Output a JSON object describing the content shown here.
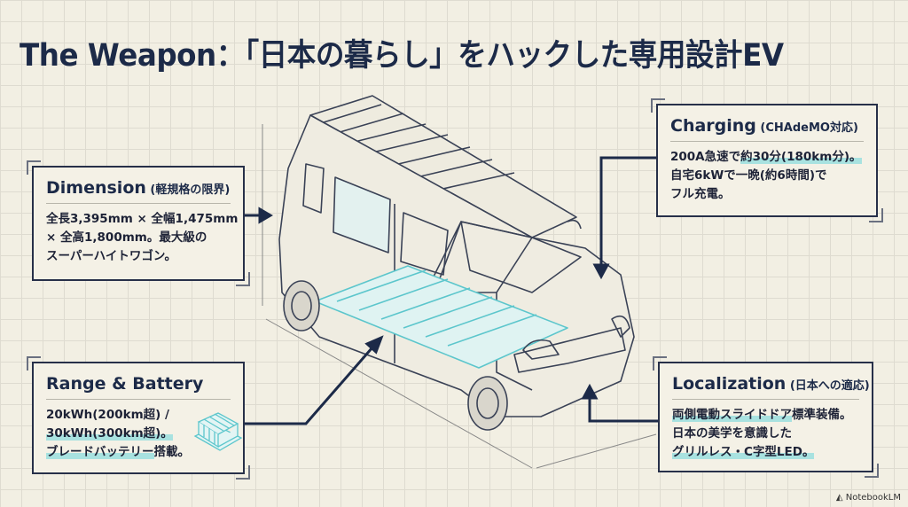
{
  "title": "The Weapon：「日本の暮らし」をハックした専用設計EV",
  "cards": {
    "dimension": {
      "heading": "Dimension",
      "sub": " (軽規格の限界)",
      "lines": [
        "全長3,395mm × 全幅1,475mm",
        "× 全高1,800mm。最大級の",
        "スーパーハイトワゴン。"
      ]
    },
    "charging": {
      "heading": "Charging",
      "sub": " (CHAdeMO対応)",
      "line1a": "200A急速で",
      "line1b": "約30分(180km分)。",
      "lines": [
        "自宅6kWで一晩(約6時間)で",
        "フル充電。"
      ]
    },
    "range": {
      "heading": "Range & Battery",
      "lines": [
        "20kWh(200km超) /",
        "30kWh(300km超)。",
        "ブレードバッテリー",
        "搭載。"
      ]
    },
    "localization": {
      "heading": "Localization",
      "sub": " (日本への適応)",
      "line1a": "両側電動スライドドア",
      "line1b": "標準装備。",
      "lines": [
        "日本の美学を意識した",
        "グリルレス・C字型LED。"
      ]
    }
  },
  "footer": {
    "brand": "NotebookLM"
  },
  "colors": {
    "navy": "#1c2a48",
    "highlight": "#a8e2e0",
    "battery": "#5cc6cc"
  }
}
